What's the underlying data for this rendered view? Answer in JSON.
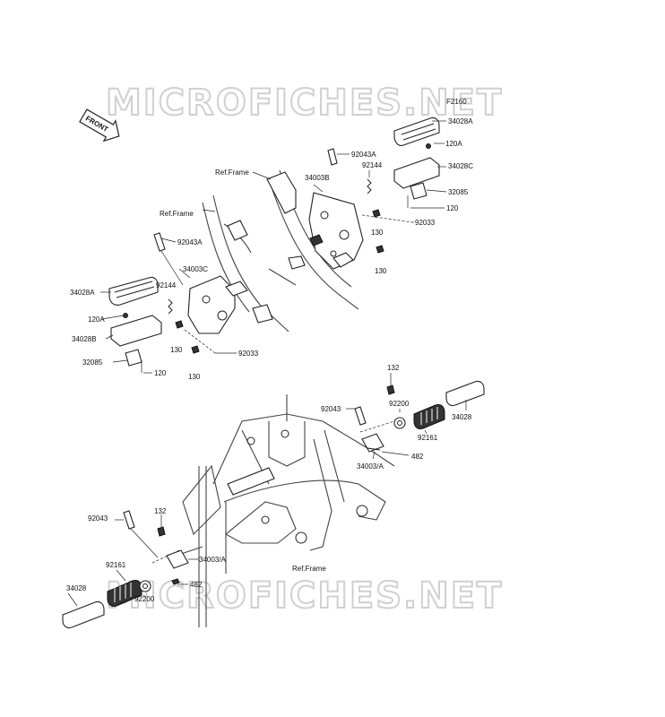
{
  "diagram": {
    "figure_code": "F2160",
    "front_marker": "FRONT",
    "watermark_top": "MICROFICHES.NET",
    "watermark_bottom": "MICROFICHES.NET",
    "labels": {
      "p34028A_r": "34028A",
      "p120A_r": "120A",
      "p34028C": "34028C",
      "p32085_r": "32085",
      "p120_r": "120",
      "p92043A_r": "92043A",
      "p92144_r": "92144",
      "p34003B": "34003B",
      "refframe_1": "Ref.Frame",
      "p92033_r": "92033",
      "p130_r1": "130",
      "p130_r2": "130",
      "refframe_2": "Ref.Frame",
      "p92043A_l": "92043A",
      "p34003C": "34003C",
      "p34028A_l": "34028A",
      "p92144_l": "92144",
      "p120A_l": "120A",
      "p34028B": "34028B",
      "p32085_l": "32085",
      "p120_l": "120",
      "p130_l1": "130",
      "p130_l2": "130",
      "p92033_l": "92033",
      "p132_r": "132",
      "p92043_r": "92043",
      "p92200_r": "92200",
      "p34028_r": "34028",
      "p92161_r": "92161",
      "p34003A_r": "34003/A",
      "p482_r": "482",
      "p92043_l": "92043",
      "p132_l": "132",
      "p34003A_l": "34003/A",
      "p92161_l": "92161",
      "p34028_l": "34028",
      "p92200_l": "92200",
      "p482_l": "482",
      "refframe_3": "Ref.Frame"
    }
  }
}
